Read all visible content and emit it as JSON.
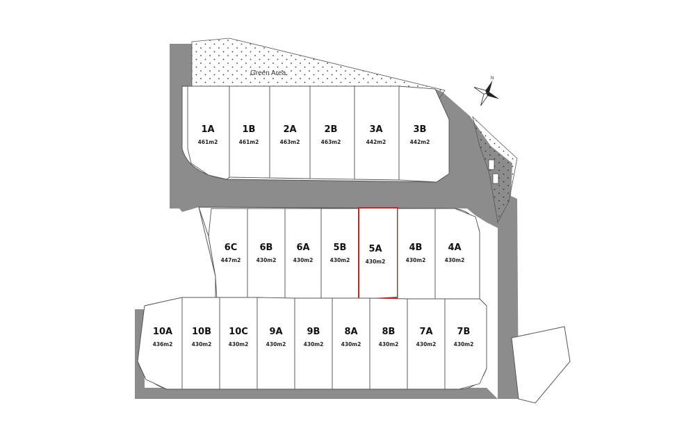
{
  "map": {
    "green_area_label": "Green Area",
    "compass_label": "N",
    "highlight_color": "#d42020",
    "road_color": "#8c8c8c",
    "plots": [
      {
        "id": "1A",
        "area": "461m2",
        "selected": false
      },
      {
        "id": "1B",
        "area": "461m2",
        "selected": false
      },
      {
        "id": "2A",
        "area": "463m2",
        "selected": false
      },
      {
        "id": "2B",
        "area": "463m2",
        "selected": false
      },
      {
        "id": "3A",
        "area": "442m2",
        "selected": false
      },
      {
        "id": "3B",
        "area": "442m2",
        "selected": false
      },
      {
        "id": "6C",
        "area": "447m2",
        "selected": false
      },
      {
        "id": "6B",
        "area": "430m2",
        "selected": false
      },
      {
        "id": "6A",
        "area": "430m2",
        "selected": false
      },
      {
        "id": "5B",
        "area": "430m2",
        "selected": false
      },
      {
        "id": "5A",
        "area": "430m2",
        "selected": true
      },
      {
        "id": "4B",
        "area": "430m2",
        "selected": false
      },
      {
        "id": "4A",
        "area": "430m2",
        "selected": false
      },
      {
        "id": "10A",
        "area": "436m2",
        "selected": false
      },
      {
        "id": "10B",
        "area": "430m2",
        "selected": false
      },
      {
        "id": "10C",
        "area": "430m2",
        "selected": false
      },
      {
        "id": "9A",
        "area": "430m2",
        "selected": false
      },
      {
        "id": "9B",
        "area": "430m2",
        "selected": false
      },
      {
        "id": "8A",
        "area": "430m2",
        "selected": false
      },
      {
        "id": "8B",
        "area": "430m2",
        "selected": false
      },
      {
        "id": "7A",
        "area": "430m2",
        "selected": false
      },
      {
        "id": "7B",
        "area": "430m2",
        "selected": false
      }
    ]
  }
}
